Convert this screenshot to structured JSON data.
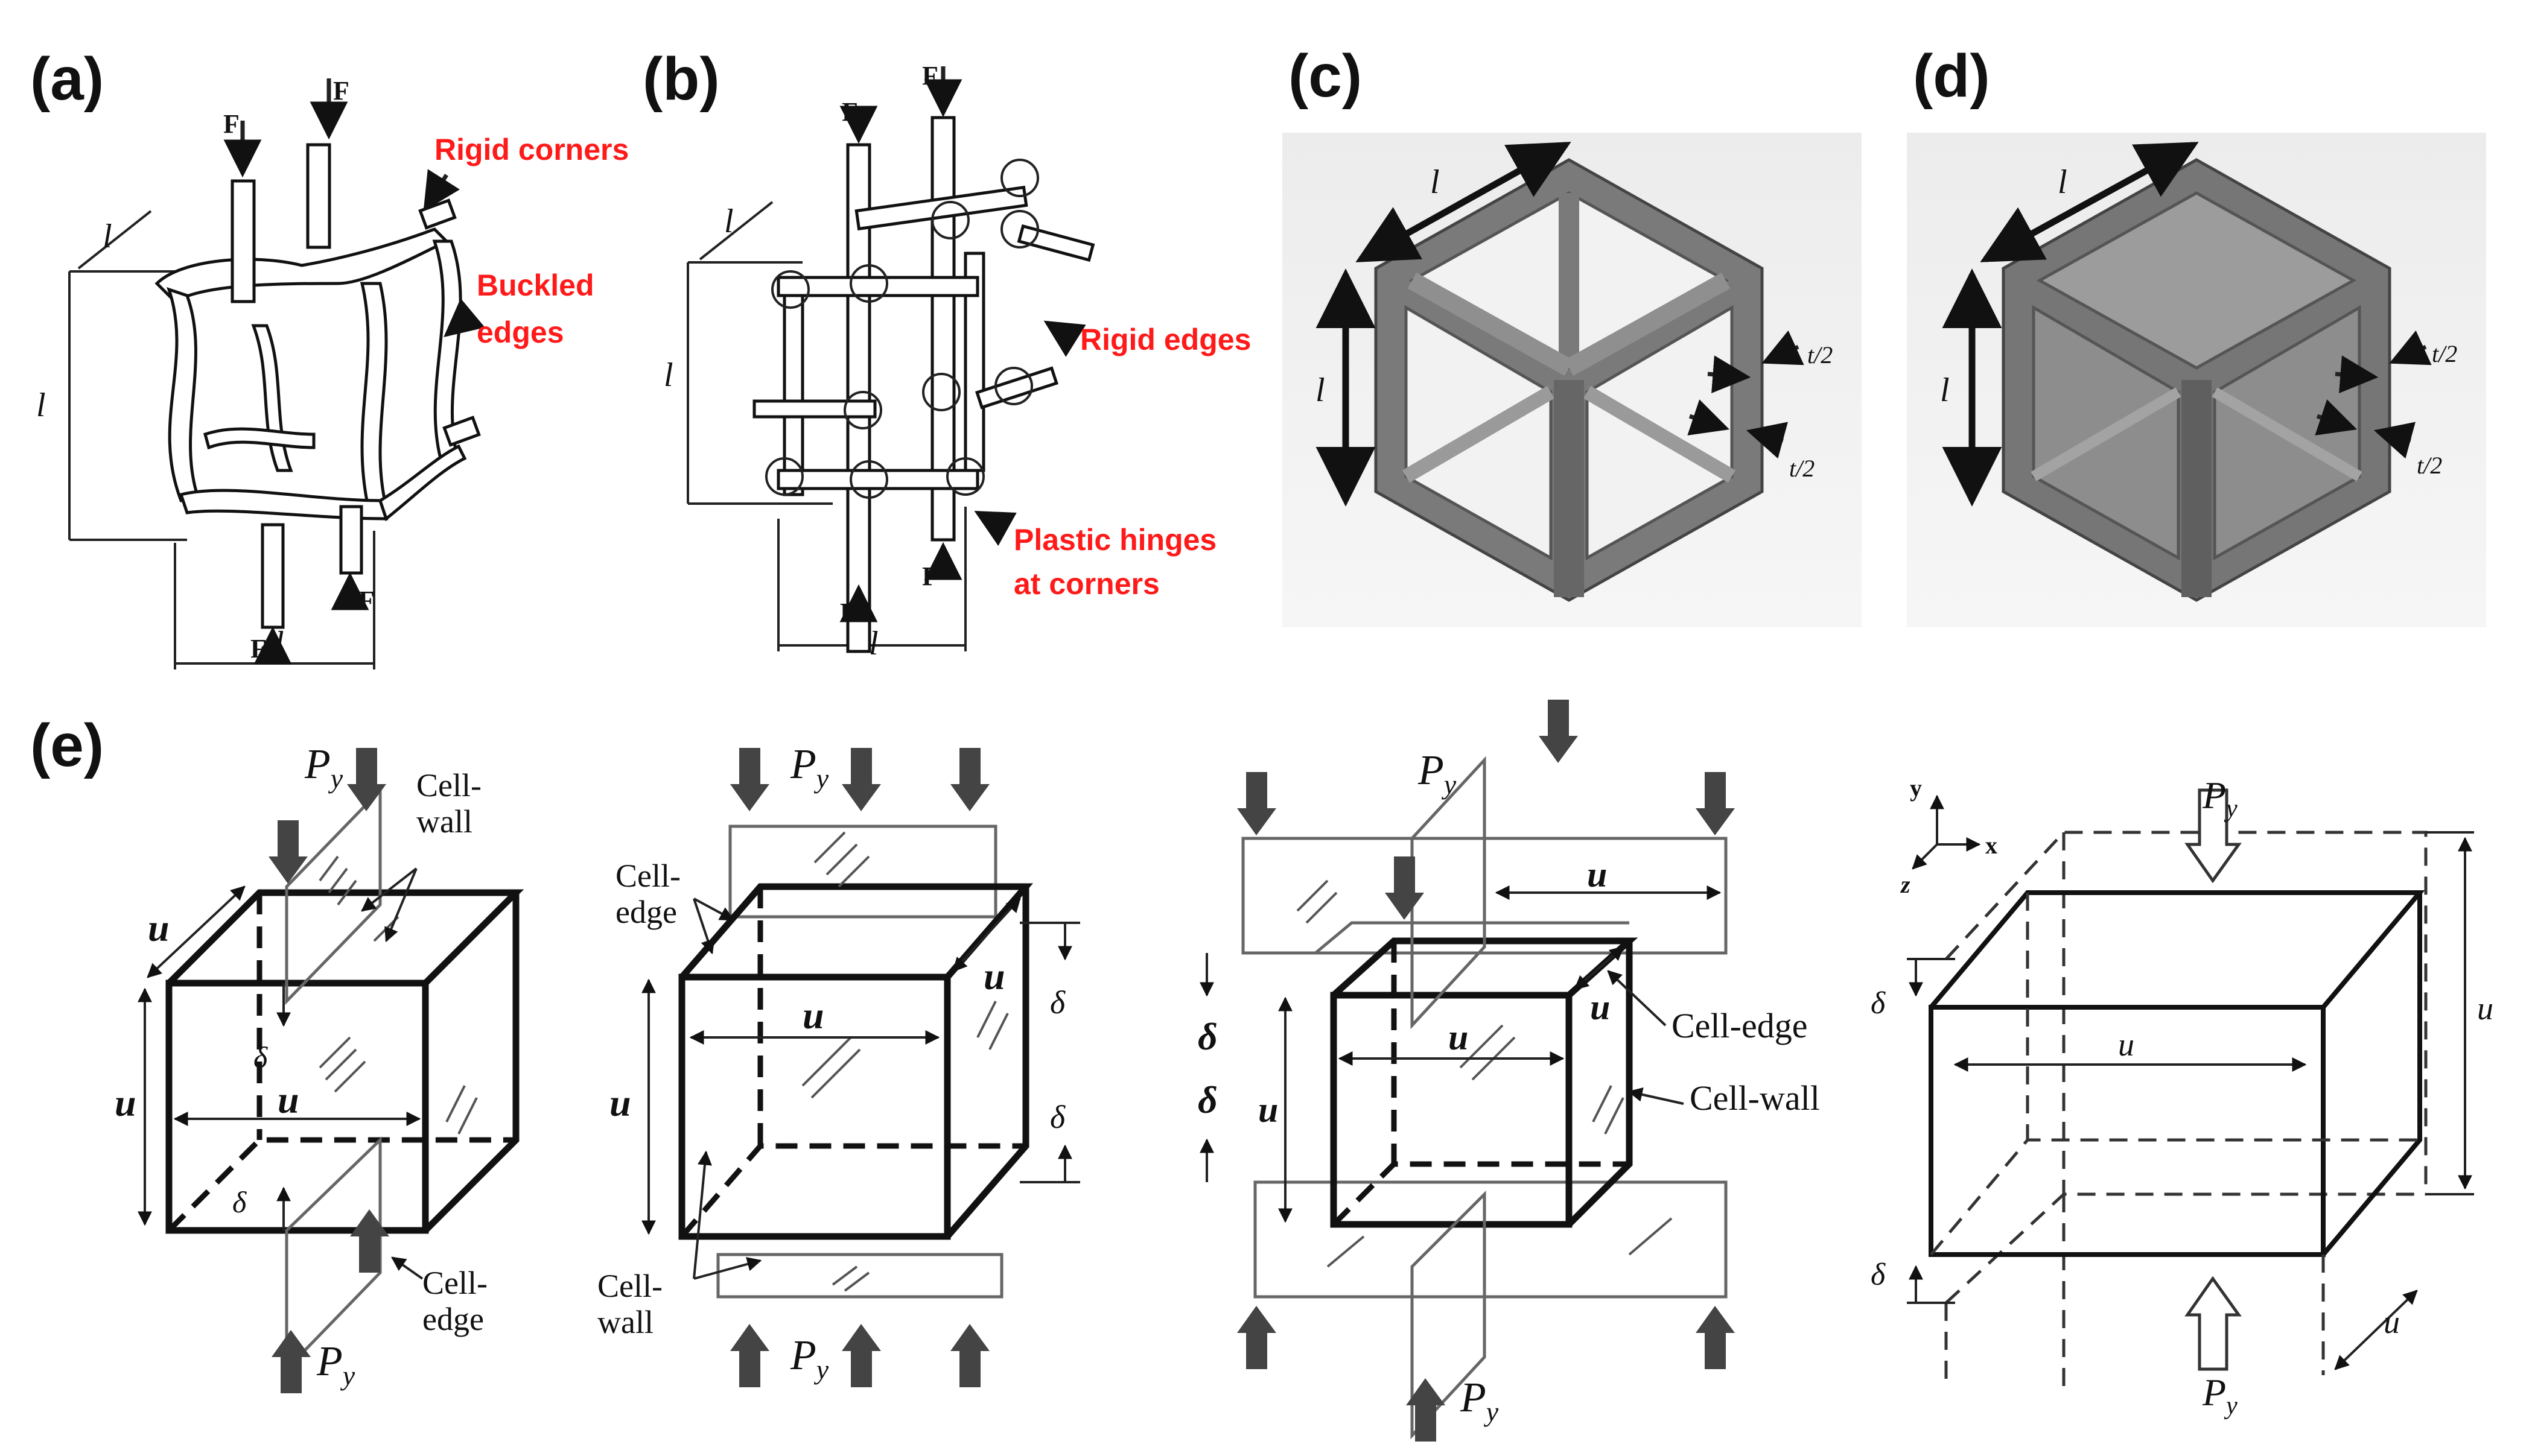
{
  "panels": {
    "a": {
      "label": "(a)",
      "annotations": [
        "Rigid corners",
        "Buckled edges"
      ],
      "force": "F",
      "dimension": "l"
    },
    "b": {
      "label": "(b)",
      "annotations": [
        "Rigid edges",
        "Plastic hinges",
        "at corners"
      ],
      "force": "F",
      "dimension": "l"
    },
    "c": {
      "label": "(c)",
      "length": "l",
      "thickness": "t/2"
    },
    "d": {
      "label": "(d)",
      "length": "l",
      "thickness": "t/2"
    },
    "e": {
      "label": "(e)",
      "load": "P",
      "load_sub": "y",
      "edge": "u",
      "disp": "δ",
      "cell_wall": [
        "Cell-",
        "wall"
      ],
      "cell_edge": [
        "Cell-",
        "edge"
      ],
      "cell_edge_line": "Cell-edge",
      "cell_wall_line": "Cell-wall",
      "axes": {
        "y": "y",
        "x": "x",
        "z": "z"
      }
    }
  },
  "colors": {
    "annotation_red": "#ff1a1a",
    "render_face": "#8a8a8a",
    "arrow_fill": "#444444"
  }
}
